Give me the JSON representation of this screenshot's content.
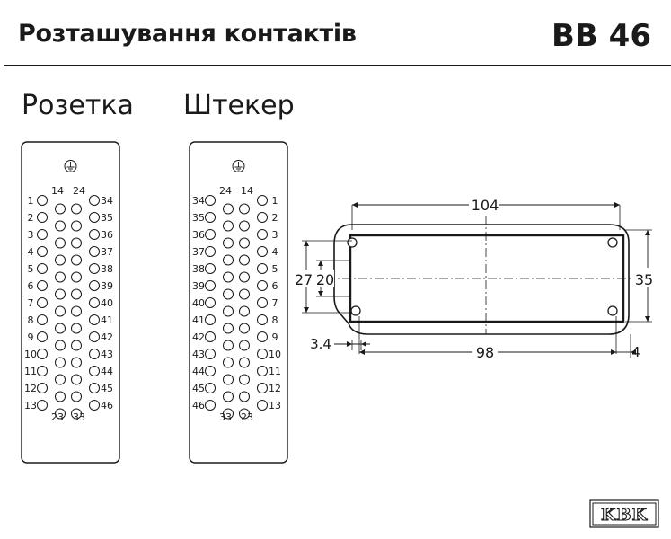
{
  "header": {
    "title": "Розташування контактів",
    "model": "BB 46"
  },
  "socket": {
    "title": "Розетка",
    "top_labels": [
      "14",
      "24"
    ],
    "bottom_labels": [
      "23",
      "33"
    ],
    "left_labels": [
      "1",
      "2",
      "3",
      "4",
      "5",
      "6",
      "7",
      "8",
      "9",
      "10",
      "11",
      "12",
      "13"
    ],
    "right_labels": [
      "34",
      "35",
      "36",
      "37",
      "38",
      "39",
      "40",
      "41",
      "42",
      "43",
      "44",
      "45",
      "46"
    ]
  },
  "plug": {
    "title": "Штекер",
    "top_labels": [
      "24",
      "14"
    ],
    "bottom_labels": [
      "33",
      "23"
    ],
    "left_labels": [
      "34",
      "35",
      "36",
      "37",
      "38",
      "39",
      "40",
      "41",
      "42",
      "43",
      "44",
      "45",
      "46"
    ],
    "right_labels": [
      "1",
      "2",
      "3",
      "4",
      "5",
      "6",
      "7",
      "8",
      "9",
      "10",
      "11",
      "12",
      "13"
    ]
  },
  "dimensions": {
    "width_overall": "104",
    "width_holes": "98",
    "height_overall": "35",
    "height_left_a": "27",
    "height_left_b": "20",
    "hole_diameter": "3.4",
    "flange": "4"
  },
  "logo": {
    "text": "KBK"
  }
}
